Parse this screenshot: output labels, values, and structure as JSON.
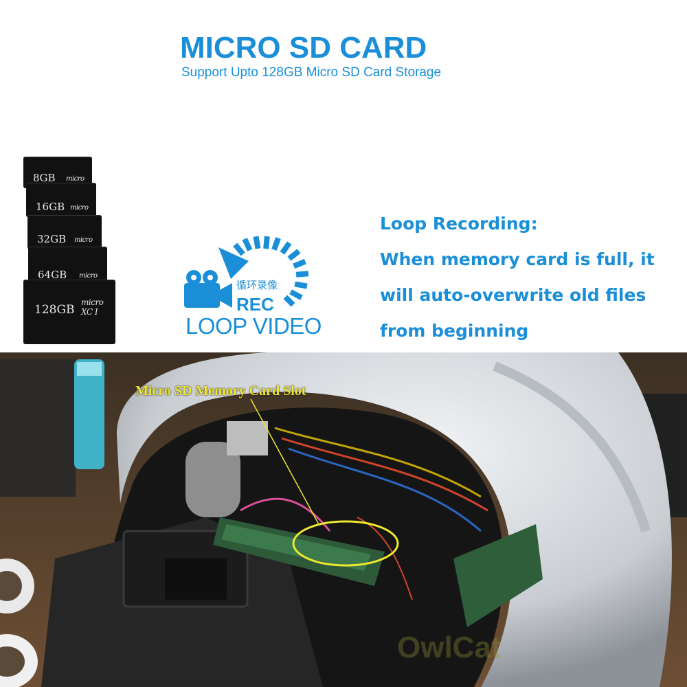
{
  "header": {
    "title": "MICRO SD CARD",
    "subtitle": "Support Upto 128GB Micro SD Card Storage"
  },
  "cards": [
    {
      "capacity": "8GB",
      "brand": "micro"
    },
    {
      "capacity": "16GB",
      "brand": "micro"
    },
    {
      "capacity": "32GB",
      "brand": "micro"
    },
    {
      "capacity": "64GB",
      "brand": "micro"
    },
    {
      "capacity": "128GB",
      "brand": "micro XC I"
    }
  ],
  "loop_icon": {
    "chinese": "循环录像",
    "rec": "REC",
    "label": "LOOP VIDEO"
  },
  "loop_recording": {
    "lines": [
      "Loop Recording:",
      "When memory card is full, it",
      "will auto-overwrite old files",
      "from beginning"
    ]
  },
  "photo": {
    "label": "Micro SD Memory Card Slot",
    "watermark": "OwlCat"
  },
  "colors": {
    "accent": "#1a8fd8",
    "label_yellow": "#f0e830"
  }
}
